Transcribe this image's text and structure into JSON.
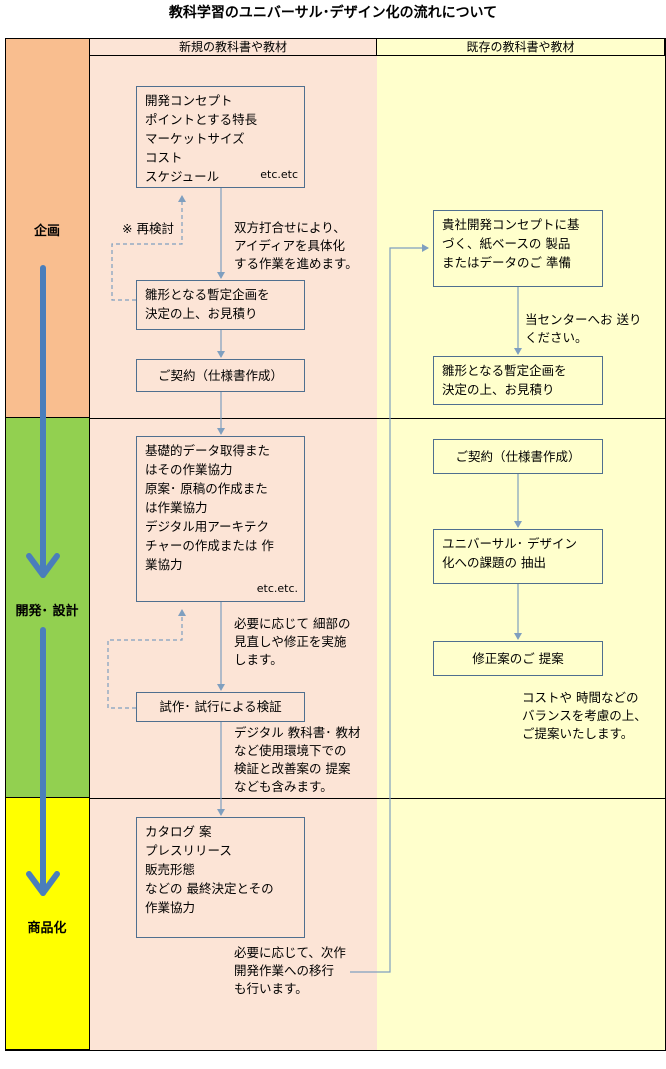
{
  "title": "教科学習のユニバーサル･デザイン化の流れについて",
  "columns": {
    "new": "新規の教科書や教材",
    "existing": "既存の教科書や教材"
  },
  "phases": {
    "planning": "企画",
    "development": "開発･ 設計",
    "commercialization": "商品化"
  },
  "new_flow": {
    "concept_box": [
      "開発コンセプト",
      "ポイントとする特長",
      "マーケットサイズ",
      "コスト",
      "スケジュール"
    ],
    "concept_etc": "etc.etc",
    "reconsider_note": "※ 再検討",
    "discussion_note": [
      "双方打合せにより、",
      "アイディアを具体化",
      "する作業を進めます。"
    ],
    "estimate_box": [
      "雛形となる暫定企画を",
      "決定の上、お見積り"
    ],
    "contract_box": "ご契約（仕様書作成）",
    "dev_box": [
      "基礎的データ取得また",
      "はその作業協力",
      "原案･ 原稿の作成また",
      "は作業協力",
      "デジタル用アーキテク",
      "チャーの作成または 作",
      "業協力"
    ],
    "dev_etc": "etc.etc.",
    "review_note": [
      "必要に応じて 細部の",
      "見直しや修正を実施",
      "します。"
    ],
    "trial_box": "試作･ 試行による検証",
    "trial_note": [
      "デジタル 教科書･ 教材",
      "など使用環境下での",
      "検証と改善案の 提案",
      "なども含みます。"
    ],
    "commercial_box": [
      "カタログ 案",
      "プレスリリース",
      "販売形態",
      "などの 最終決定とその",
      "作業協力"
    ],
    "next_note": [
      "必要に応じて、次作",
      "開発作業への移行",
      "も行います。"
    ]
  },
  "existing_flow": {
    "prepare_box": [
      "貴社開発コンセプトに基",
      "づく、紙ベースの 製品",
      "またはデータのご 準備"
    ],
    "send_note": [
      "当センターへお 送り",
      "ください。"
    ],
    "estimate_box": [
      "雛形となる暫定企画を",
      "決定の上、お見積り"
    ],
    "contract_box": "ご契約（仕様書作成）",
    "extract_box": [
      "ユニバーサル･ デザイン",
      "化への課題の 抽出"
    ],
    "proposal_box": "修正案のご 提案",
    "proposal_note": [
      "コストや 時間などの",
      "バランスを考慮の上、",
      "ご提案いたします。"
    ]
  },
  "colors": {
    "planning": "#f9be8f",
    "development": "#92d050",
    "commercialization": "#ffff00",
    "new_column": "#fce4d6",
    "existing_column": "#ffffcc",
    "phase_arrow": "#4a7ebb",
    "flow_line": "#7f9fbf"
  }
}
